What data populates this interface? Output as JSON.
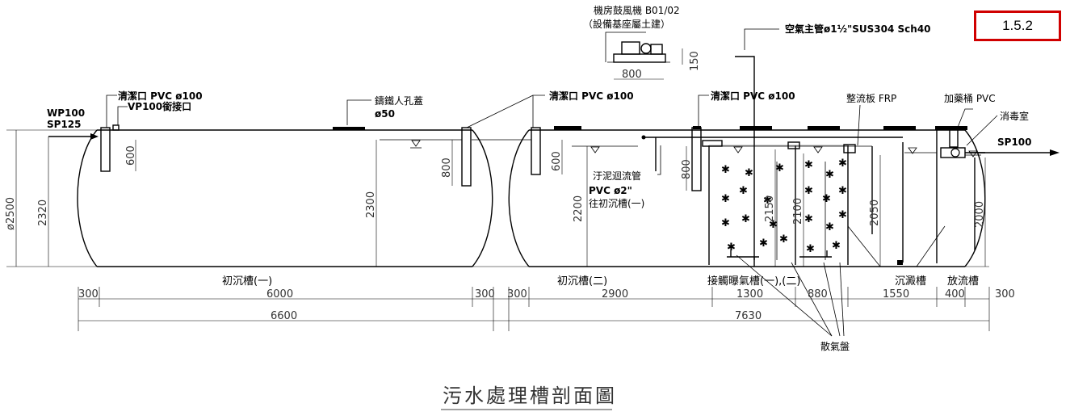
{
  "page_ref": "1.5.2",
  "title": "污水處理槽剖面圖",
  "labels": {
    "blower_line1": "機房鼓風機 B01/02",
    "blower_line2": "（設備基座屬土建）",
    "air_main": "空氣主管ø1½\"SUS304 Sch40",
    "inlet_wp": "WP100",
    "inlet_sp": "SP125",
    "cleanout1": "清潔口 PVC ø100",
    "vp_joint": "VP100銜接口",
    "manhole": "鑄鐵人孔蓋",
    "manhole_size": "ø50",
    "cleanout2": "清潔口 PVC ø100",
    "cleanout3": "清潔口 PVC ø100",
    "baffle": "整流板 FRP",
    "dosing": "加藥桶 PVC",
    "disinfection": "消毒室",
    "outlet": "SP100",
    "sludge_return": "汙泥迴流管",
    "sludge_pvc": "PVC ø2\"",
    "sludge_to": "往初沉槽(一)",
    "diffuser": "散氣盤"
  },
  "tanks": {
    "t1": "初沉槽(一)",
    "t2": "初沉槽(二)",
    "t3": "接觸曝氣槽(一),(二)",
    "t4": "沉澱槽",
    "t5": "放流槽"
  },
  "dims": {
    "d300a": "300",
    "d6000": "6000",
    "d300b": "300",
    "d300c": "300",
    "d2900": "2900",
    "d1300": "1300",
    "d880": "880",
    "d1550": "1550",
    "d400": "400",
    "d300d": "300",
    "d6600": "6600",
    "d7630": "7630",
    "v2500": "ø2500",
    "v2320": "2320",
    "v600a": "600",
    "v2300": "2300",
    "v800a": "800",
    "v600b": "600",
    "v2200": "2200",
    "v800b": "800",
    "v2150": "2150",
    "v2100": "2100",
    "v2050": "2050",
    "v2000": "2000",
    "v150": "150",
    "h800": "800"
  }
}
